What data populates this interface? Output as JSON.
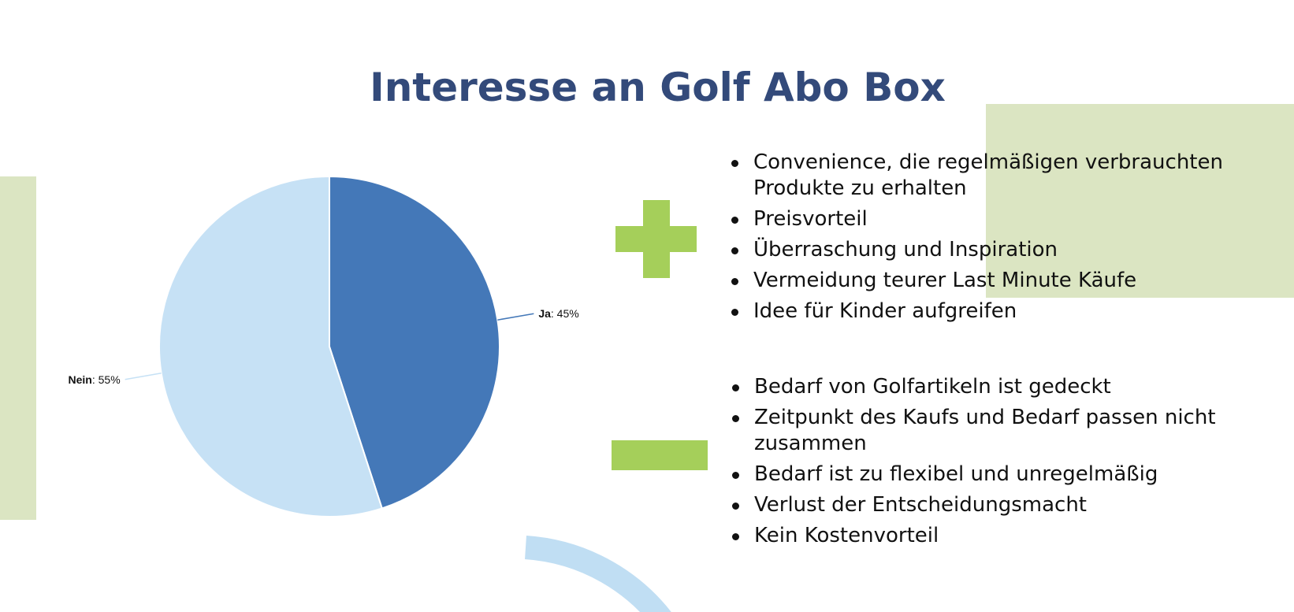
{
  "colors": {
    "title": "#334a7a",
    "ja_slice": "#4478b8",
    "nein_slice": "#c6e1f5",
    "deco_green": "#dbe5c2",
    "icon_green": "#a5cf5a",
    "arc": "#c0def3"
  },
  "title": "Interesse an Golf Abo Box",
  "chart_data": {
    "type": "pie",
    "title": "",
    "slices": [
      {
        "label": "Ja",
        "value": 45,
        "display": ": 45%"
      },
      {
        "label": "Nein",
        "value": 55,
        "display": ": 55%"
      }
    ],
    "start_angle_deg": 0,
    "direction": "clockwise",
    "legend": "none"
  },
  "icons": {
    "pros": "plus-icon",
    "cons": "minus-icon"
  },
  "pros": [
    "Convenience, die regelmäßigen verbrauchten Produkte zu erhalten",
    "Preisvorteil",
    "Überraschung und Inspiration",
    "Vermeidung teurer Last Minute Käufe",
    "Idee für Kinder aufgreifen"
  ],
  "cons": [
    "Bedarf von Golfartikeln ist gedeckt",
    "Zeitpunkt des Kaufs und Bedarf passen nicht zusammen",
    "Bedarf ist zu flexibel und unregelmäßig",
    "Verlust der Entscheidungsmacht",
    "Kein Kostenvorteil"
  ]
}
